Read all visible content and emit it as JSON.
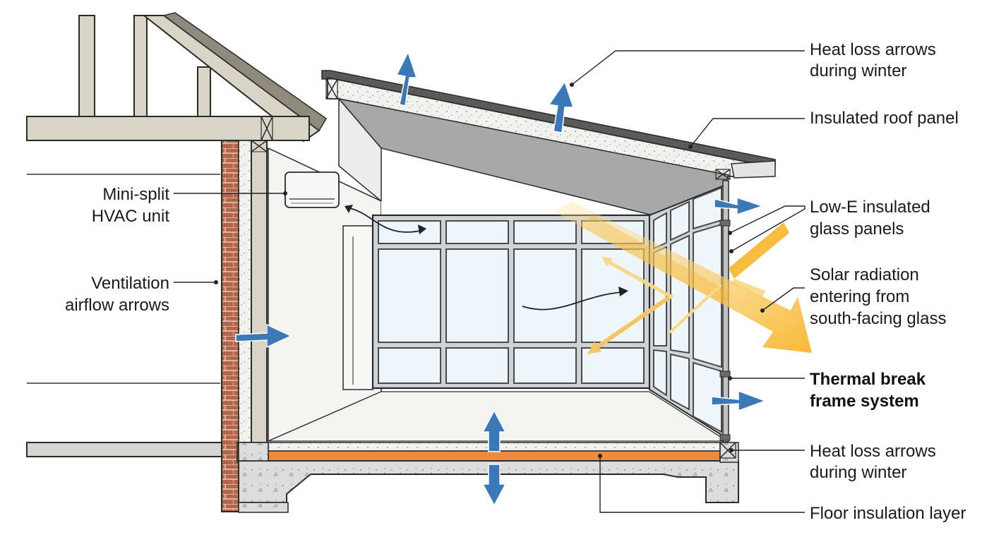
{
  "diagram": {
    "labels": {
      "heat_loss_top": [
        "Heat loss arrows",
        "during winter"
      ],
      "insulated_roof": [
        "Insulated roof panel"
      ],
      "low_e_glass": [
        "Low-E insulated",
        "glass panels"
      ],
      "solar_radiation": [
        "Solar radiation",
        "entering from",
        "south-facing glass"
      ],
      "thermal_break": [
        "Thermal break",
        "frame system"
      ],
      "heat_loss_bottom": [
        "Heat loss arrows",
        "during winter"
      ],
      "floor_insulation": [
        "Floor insulation layer"
      ],
      "mini_split": [
        "Mini-split",
        "HVAC unit"
      ],
      "ventilation": [
        "Ventilation",
        "airflow arrows"
      ]
    },
    "colors": {
      "heat_loss_arrow": "#3b78b8",
      "solar_ray": "#f7b52c",
      "floor_insulation": "#f08a3c",
      "brick": "#b5654a",
      "framing_wood": "#d8d4c6",
      "concrete": "#d9d9d9",
      "roof_panel": "#a8a8a8",
      "glass": "#eef5fb"
    }
  }
}
